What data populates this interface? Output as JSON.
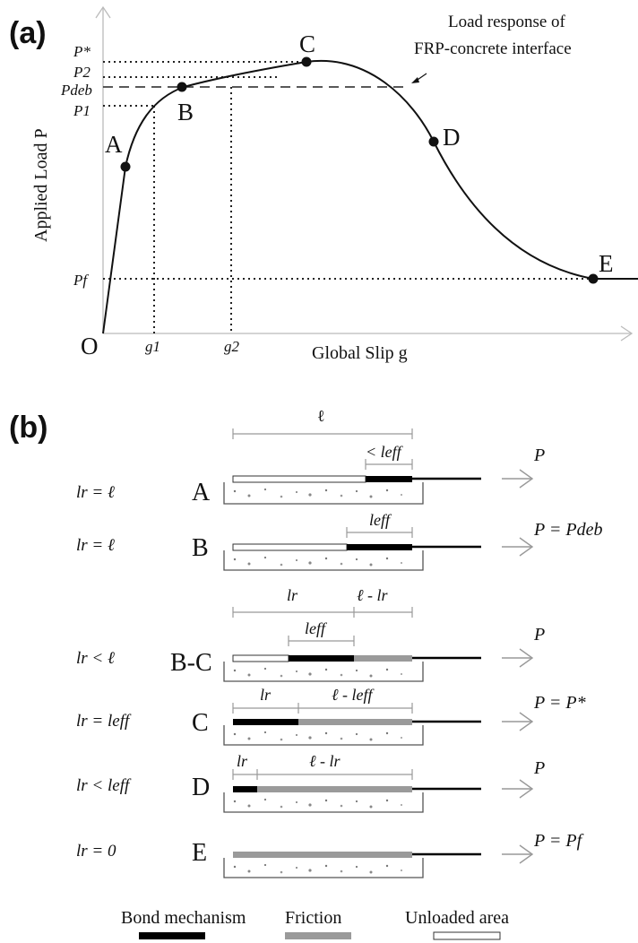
{
  "panel_a": {
    "label": "(a)",
    "origin": "O",
    "y_axis_title": "Applied Load P",
    "x_axis_title": "Global Slip g",
    "y_ticks": [
      "P*",
      "P2",
      "Pdeb",
      "P1",
      "Pf"
    ],
    "x_ticks": [
      "g1",
      "g2"
    ],
    "points": [
      "A",
      "B",
      "C",
      "D",
      "E"
    ],
    "annotation_line1": "Load response of",
    "annotation_line2": "FRP-concrete interface"
  },
  "panel_b": {
    "label": "(b)",
    "rows": [
      {
        "condition": "lr = ℓ",
        "stage": "A",
        "force": "P"
      },
      {
        "condition": "lr = ℓ",
        "stage": "B",
        "force": "P = Pdeb"
      },
      {
        "condition": "lr < ℓ",
        "stage": "B-C",
        "force": "P"
      },
      {
        "condition": "lr = leff",
        "stage": "C",
        "force": "P = P*"
      },
      {
        "condition": "lr < leff",
        "stage": "D",
        "force": "P"
      },
      {
        "condition": "lr = 0",
        "stage": "E",
        "force": "P = Pf"
      }
    ],
    "dims": {
      "ell": "ℓ",
      "lt_leff": "< leff",
      "leff": "leff",
      "lr": "lr",
      "ell_minus_lr": "ℓ - lr",
      "ell_minus_leff": "ℓ - leff"
    },
    "legend": {
      "bond": "Bond mechanism",
      "friction": "Friction",
      "unloaded": "Unloaded area"
    }
  },
  "colors": {
    "bond": "#000000",
    "friction": "#9a9a9a",
    "unloaded": "#ffffff",
    "arrow": "#9a9a9a"
  }
}
